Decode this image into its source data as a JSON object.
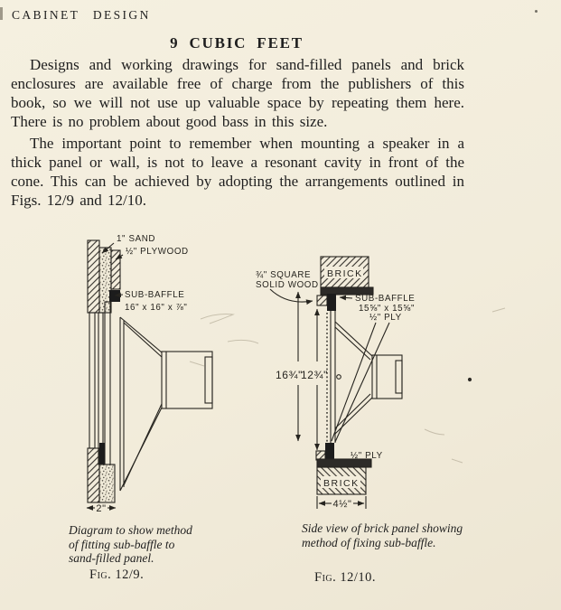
{
  "page": {
    "header": "CABINET DESIGN",
    "title": "9 CUBIC FEET",
    "paragraph_1": "Designs and working drawings for sand-filled panels and brick enclosures are available free of charge from the publishers of this book, so we will not use up valuable space by repeating them here. There is no problem about good bass in this size.",
    "paragraph_2": "The important point to remember when mounting a speaker in a thick panel or wall, is not to leave a resonant cavity in front of the cone. This can be achieved by adopting the arrangements outlined in Figs. 12/9 and 12/10."
  },
  "fig_left": {
    "label_sand": "1\" SAND",
    "label_plywood": "½\" PLYWOOD",
    "label_subbaffle_line1": "SUB-BAFFLE",
    "label_subbaffle_line2": "16\" x 16\" x ⅞\"",
    "dim_width": "2\"",
    "caption_lines": [
      "Diagram to show method",
      "of fitting sub-baffle to",
      "sand-filled panel."
    ],
    "fig_number": "Fig. 12/9."
  },
  "fig_right": {
    "label_wood_line1": "¾\" SQUARE",
    "label_wood_line2": "SOLID WOOD",
    "label_brick_top": "BRICK",
    "label_subbaffle_line1": "SUB-BAFFLE",
    "label_subbaffle_line2": "15⅝\" x 15⅝\"",
    "label_subbaffle_line3": "½\" PLY",
    "dim_outer": "16¾\"",
    "dim_inner": "12¾\"",
    "label_ply_bottom": "½\" PLY",
    "label_brick_bottom": "BRICK",
    "dim_width": "4½\"",
    "caption_lines": [
      "Side view of brick panel showing",
      "method of fixing sub-baffle."
    ],
    "fig_number": "Fig. 12/10."
  },
  "colors": {
    "paper": "#f2ecdb",
    "ink": "#26241f"
  }
}
